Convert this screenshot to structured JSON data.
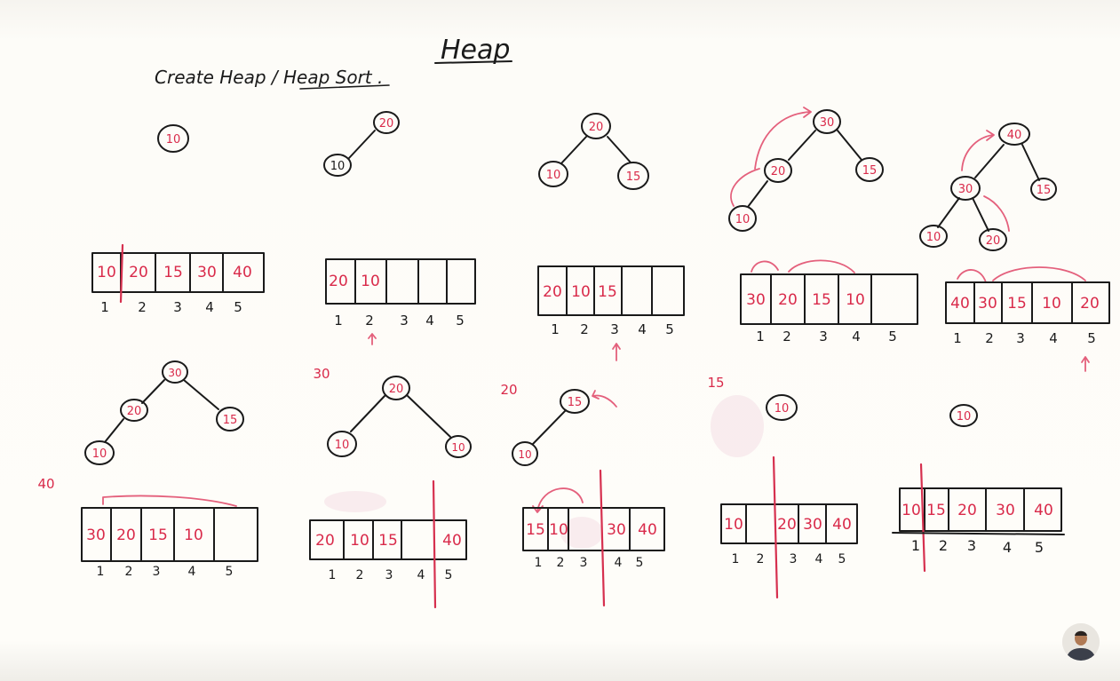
{
  "heading": "Heap",
  "subheading": "Create Heap / Heap Sort .",
  "colors": {
    "black_ink": "#1a1a1a",
    "red_ink": "#d92a4a",
    "board": "#fdfbf7"
  },
  "array_indices": [
    "1",
    "2",
    "3",
    "4",
    "5"
  ],
  "input_array": [
    "10",
    "20",
    "15",
    "30",
    "40"
  ],
  "create_steps": [
    {
      "nodes": [
        "10"
      ],
      "array": [
        "10",
        "",
        "",
        "",
        ""
      ]
    },
    {
      "nodes": [
        "20",
        "10"
      ],
      "array": [
        "20",
        "10",
        "",
        "",
        ""
      ]
    },
    {
      "nodes": [
        "20",
        "10",
        "15"
      ],
      "array": [
        "20",
        "10",
        "15",
        "",
        ""
      ]
    },
    {
      "nodes": [
        "30",
        "20",
        "15",
        "10"
      ],
      "array": [
        "30",
        "20",
        "15",
        "10",
        ""
      ]
    },
    {
      "nodes": [
        "40",
        "30",
        "15",
        "10",
        "20"
      ],
      "array": [
        "40",
        "30",
        "15",
        "10",
        "20"
      ]
    }
  ],
  "sort_steps": [
    {
      "deleted": "40",
      "nodes": [
        "30",
        "20",
        "15",
        "10"
      ],
      "array": [
        "30",
        "20",
        "15",
        "10",
        ""
      ]
    },
    {
      "deleted": "30",
      "nodes": [
        "20",
        "10",
        "10"
      ],
      "array": [
        "20",
        "10",
        "15",
        "",
        "40"
      ]
    },
    {
      "deleted": "20",
      "nodes": [
        "15",
        "10"
      ],
      "array": [
        "15",
        "10",
        "",
        "30",
        "40"
      ]
    },
    {
      "deleted": "15",
      "nodes": [
        "10"
      ],
      "array": [
        "10",
        "",
        "20",
        "30",
        "40"
      ]
    },
    {
      "deleted": "",
      "nodes": [
        "10"
      ],
      "array": [
        "10",
        "15",
        "20",
        "30",
        "40"
      ]
    }
  ]
}
